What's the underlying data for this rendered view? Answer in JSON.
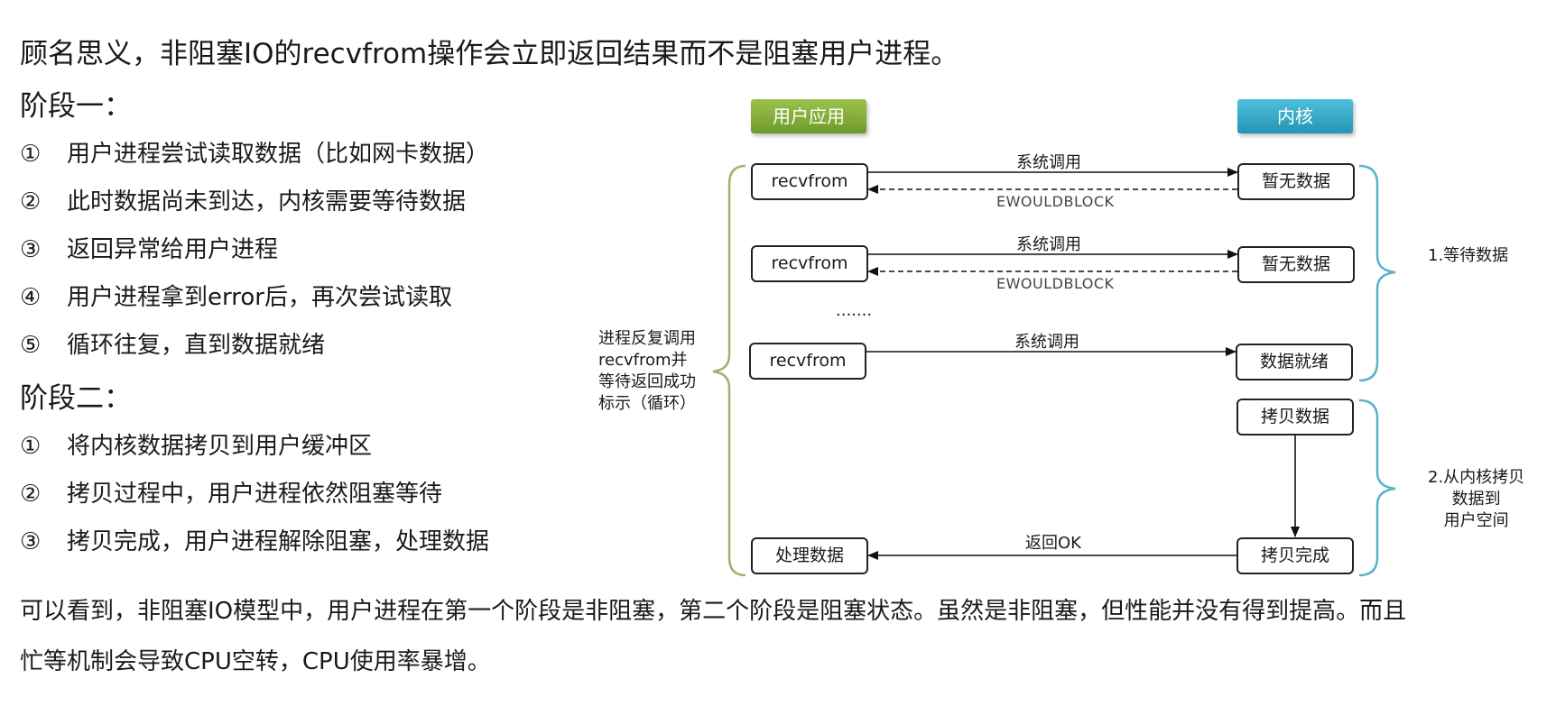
{
  "intro": "顾名思义，非阻塞IO的recvfrom操作会立即返回结果而不是阻塞用户进程。",
  "stage1": {
    "title": "阶段一：",
    "items": [
      {
        "num": "①",
        "text": "用户进程尝试读取数据（比如网卡数据）"
      },
      {
        "num": "②",
        "text": "此时数据尚未到达，内核需要等待数据"
      },
      {
        "num": "③",
        "text": "返回异常给用户进程"
      },
      {
        "num": "④",
        "text": "用户进程拿到error后，再次尝试读取"
      },
      {
        "num": "⑤",
        "text": "循环往复，直到数据就绪"
      }
    ]
  },
  "stage2": {
    "title": "阶段二：",
    "items": [
      {
        "num": "①",
        "text": "将内核数据拷贝到用户缓冲区"
      },
      {
        "num": "②",
        "text": "拷贝过程中，用户进程依然阻塞等待"
      },
      {
        "num": "③",
        "text": "拷贝完成，用户进程解除阻塞，处理数据"
      }
    ]
  },
  "summary": {
    "line1": "可以看到，非阻塞IO模型中，用户进程在第一个阶段是非阻塞，第二个阶段是阻塞状态。虽然是非阻塞，但性能并没有得到提高。而且",
    "line2": "忙等机制会导致CPU空转，CPU使用率暴增。"
  },
  "diagram": {
    "user_tag": "用户应用",
    "kernel_tag": "内核",
    "user_boxes": [
      "recvfrom",
      "recvfrom",
      "recvfrom",
      "处理数据"
    ],
    "kernel_boxes": [
      "暂无数据",
      "暂无数据",
      "数据就绪",
      "拷贝数据",
      "拷贝完成"
    ],
    "syscall_label": "系统调用",
    "error_label": "EWOULDBLOCK",
    "ellipsis": ".......",
    "return_label": "返回OK",
    "left_note": [
      "进程反复调用",
      "recvfrom并",
      "等待返回成功",
      "标示（循环）"
    ],
    "right_note1": "1.等待数据",
    "right_note2": [
      "2.从内核拷贝",
      "数据到",
      "用户空间"
    ]
  }
}
